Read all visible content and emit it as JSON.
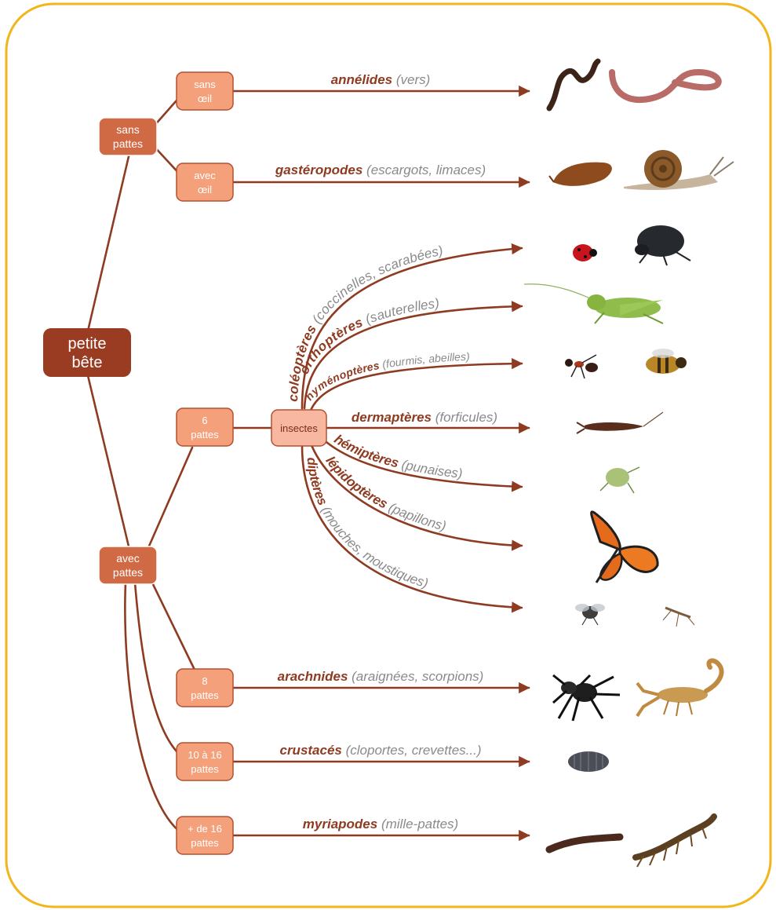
{
  "root": {
    "line1": "petite",
    "line2": "bête"
  },
  "groups": {
    "sans_pattes": {
      "line1": "sans",
      "line2": "pattes"
    },
    "avec_pattes": {
      "line1": "avec",
      "line2": "pattes"
    }
  },
  "sub": {
    "sans_oeil": {
      "line1": "sans",
      "line2": "œil"
    },
    "avec_oeil": {
      "line1": "avec",
      "line2": "œil"
    },
    "six_pattes": {
      "line1": "6",
      "line2": "pattes"
    },
    "huit_pattes": {
      "line1": "8",
      "line2": "pattes"
    },
    "dix_seize_pattes": {
      "line1": "10 à 16",
      "line2": "pattes"
    },
    "plus_seize_pattes": {
      "line1": "+ de 16",
      "line2": "pattes"
    }
  },
  "insectes": "insectes",
  "labels": {
    "annelides": {
      "name": "annélides",
      "desc": "(vers)"
    },
    "gasteropodes": {
      "name": "gastéropodes",
      "desc": "(escargots, limaces)"
    },
    "coleopteres": {
      "name": "coléoptères",
      "desc": "(coccinelles, scarabées)"
    },
    "orthopteres": {
      "name": "orthoptères",
      "desc": "(sauterelles)"
    },
    "hymenopteres": {
      "name": "hyménoptères",
      "desc": "(fourmis, abeilles)"
    },
    "dermapteres": {
      "name": "dermaptères",
      "desc": "(forficules)"
    },
    "hemipteres": {
      "name": "hémiptères",
      "desc": "(punaises)"
    },
    "lepidopteres": {
      "name": "lépidoptères",
      "desc": "(papillons)"
    },
    "dipteres": {
      "name": "diptères",
      "desc": "(mouches, moustiques)"
    },
    "arachnides": {
      "name": "arachnides",
      "desc": "(araignées, scorpions)"
    },
    "crustaces": {
      "name": "crustacés",
      "desc": "(cloportes, crevettes...)"
    },
    "myriapodes": {
      "name": "myriapodes",
      "desc": "(mille-pattes)"
    }
  },
  "colors": {
    "frame": "#f2b51b",
    "link": "#8e3b21",
    "root": "#9a3c22",
    "group_node": "#cf6a45",
    "leg_node": "#f4a07b",
    "insect_node": "#f8b7a0",
    "label_name": "#8e3b21",
    "label_desc": "#8a8a8a"
  },
  "illustrations": [
    "worm",
    "earthworm",
    "slug",
    "snail",
    "ladybug",
    "beetle",
    "grasshopper",
    "ant",
    "bee",
    "earwig",
    "shield-bug",
    "monarch-butterfly",
    "fly",
    "mosquito",
    "spider",
    "scorpion",
    "woodlouse",
    "millipede",
    "centipede"
  ]
}
